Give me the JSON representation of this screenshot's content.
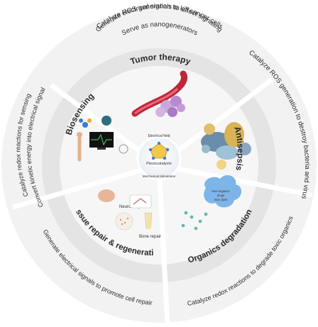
{
  "center": {
    "label": "Piezocatalysts",
    "top_label": "Electrical field",
    "bottom_label": "Mechanical stimulation"
  },
  "segments": [
    {
      "name": "Tumor therapy",
      "outer": [
        "Catalyze ROS generation to kill cancer cells",
        "Generate electrical signals to affect signaling",
        "Serve as nanogenerators"
      ]
    },
    {
      "name": "Antisepsis",
      "outer": [
        "Catalyze ROS generation to destroy bacteria and virus"
      ]
    },
    {
      "name": "Organics degradation",
      "outer": [
        "Catalyze redox reactions to degrade toxic organics"
      ],
      "inner_labels": [
        "Non-organics",
        "drugs",
        "toxic dyes"
      ]
    },
    {
      "name": "Tissue repair & regeneration",
      "outer": [
        "Generate electrical signals to promote cell repair"
      ],
      "inner_labels": [
        "Neuron repair",
        "Bone repair"
      ]
    },
    {
      "name": "Biosensing",
      "outer": [
        "Catalyze redox reactions for sensing",
        "Convert  kinetic energy into electrical signal"
      ]
    }
  ],
  "colors": {
    "ring_outer": "#f2f2f2",
    "ring_stroke": "#ffffff",
    "inner_ring": "#e6e6e6",
    "inner_fill": "#f7f7f7"
  }
}
